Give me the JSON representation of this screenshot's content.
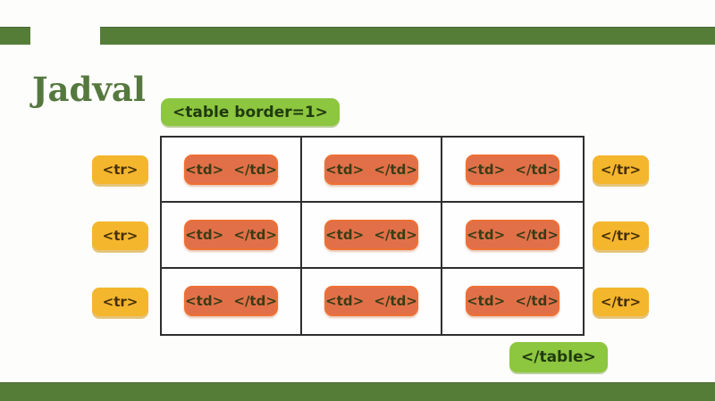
{
  "slide": {
    "title": "Jadval",
    "table_open_tag": "<table border=1>",
    "table_close_tag": "</table>",
    "rows": [
      {
        "tr_open": "<tr>",
        "tr_close": "</tr>",
        "cells": [
          "<td> </td>",
          "<td> </td>",
          "<td> </td>"
        ]
      },
      {
        "tr_open": "<tr>",
        "tr_close": "</tr>",
        "cells": [
          "<td> </td>",
          "<td> </td>",
          "<td> </td>"
        ]
      },
      {
        "tr_open": "<tr>",
        "tr_close": "</tr>",
        "cells": [
          "<td> </td>",
          "<td> </td>",
          "<td> </td>"
        ]
      }
    ],
    "colors": {
      "bar_green": "#567d38",
      "title_green": "#55783e",
      "badge_light_green": "#8dc63f",
      "badge_yellow": "#f4b62d",
      "badge_orange": "#e17049",
      "badge_orange_border": "#ef6f33",
      "table_border": "#2e2e2e"
    }
  }
}
